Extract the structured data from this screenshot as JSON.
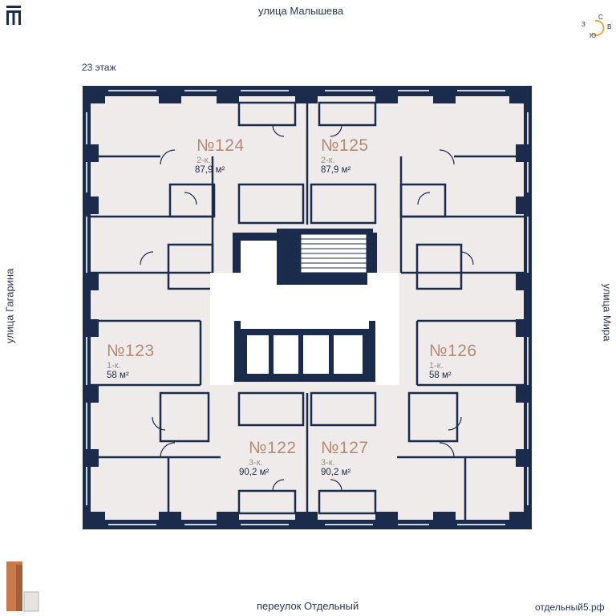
{
  "streets": {
    "north": "улица Малышева",
    "south": "переулок Отдельный",
    "west": "улица Гагарина",
    "east": "улица Мира"
  },
  "floor_label": "23 этаж",
  "brand_site": "отдельный5.рф",
  "compass": {
    "n": "С",
    "e": "В",
    "s": "Ю",
    "w": "З"
  },
  "colors": {
    "wall": "#1a2b4c",
    "room_fill": "#eeebea",
    "corridor": "#ffffff",
    "accent": "#b58a73"
  },
  "apartments": [
    {
      "id": "124",
      "number": "№124",
      "type": "2-к.",
      "area": "87,9 м²"
    },
    {
      "id": "125",
      "number": "№125",
      "type": "2-к.",
      "area": "87,9 м²"
    },
    {
      "id": "123",
      "number": "№123",
      "type": "1-к.",
      "area": "58 м²"
    },
    {
      "id": "126",
      "number": "№126",
      "type": "1-к.",
      "area": "58 м²"
    },
    {
      "id": "122",
      "number": "№122",
      "type": "3-к.",
      "area": "90,2 м²"
    },
    {
      "id": "127",
      "number": "№127",
      "type": "3-к.",
      "area": "90,2 м²"
    }
  ]
}
